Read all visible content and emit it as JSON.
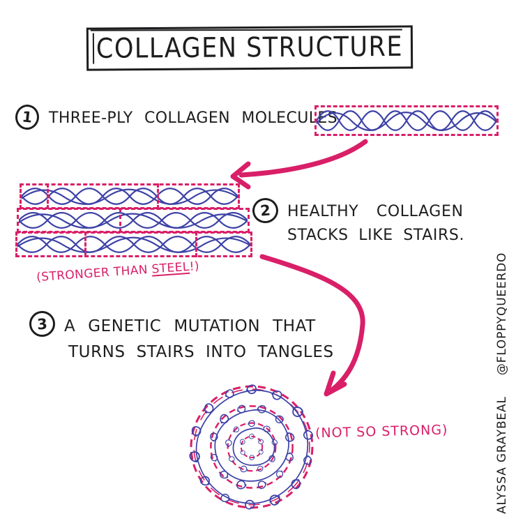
{
  "title": "COLLAGEN STRUCTURE",
  "colors": {
    "ink": "#1d1d1f",
    "pink": "#d91f68",
    "blue": "#3d42a6",
    "background": "#ffffff"
  },
  "steps": [
    {
      "number": "1",
      "label": "THREE-PLY COLLAGEN MOLECULES"
    },
    {
      "number": "2",
      "line1": "HEALTHY COLLAGEN",
      "line2": "STACKS LIKE STAIRS."
    },
    {
      "number": "3",
      "line1": "A GENETIC MUTATION THAT",
      "line2": "TURNS STAIRS INTO TANGLES"
    }
  ],
  "annotations": {
    "stronger_prefix": "(STRONGER THAN ",
    "stronger_underlined": "STEEL",
    "stronger_suffix": "!)",
    "not_so_strong": "(NOT SO STRONG)"
  },
  "attribution": {
    "name": "ALYSSA GRAYBEAL",
    "handle": "@FLOPPYQUEERDO"
  },
  "icons": {
    "arrow_1": "curved-arrow-down-left",
    "arrow_2": "curved-arrow-down-right"
  }
}
